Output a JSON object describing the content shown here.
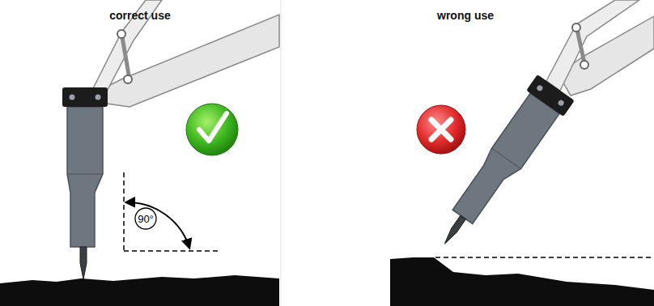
{
  "diagram": {
    "nodes": [
      {
        "text": [
          "90°"
        ]
      }
    ],
    "labels": [
      "correct use",
      "wrong use"
    ]
  }
}
